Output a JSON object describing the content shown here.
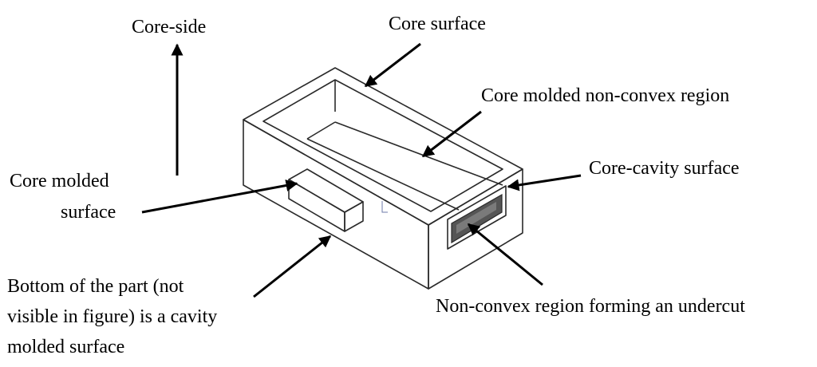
{
  "labels": {
    "core_side": "Core-side",
    "core_surface": "Core surface",
    "core_molded_non_convex": "Core molded non-convex region",
    "core_cavity_surface": "Core-cavity surface",
    "core_molded_surface_line1": "Core molded",
    "core_molded_surface_line2": "surface",
    "bottom_line1": "Bottom of the part (not",
    "bottom_line2": "visible in figure) is a cavity",
    "bottom_line3": "molded surface",
    "undercut": "Non-convex region forming an undercut"
  },
  "colors": {
    "inner_floor": "#ebe8d6",
    "outline": "#2a2a2a",
    "slot": "#555555",
    "arrow": "#000000"
  }
}
